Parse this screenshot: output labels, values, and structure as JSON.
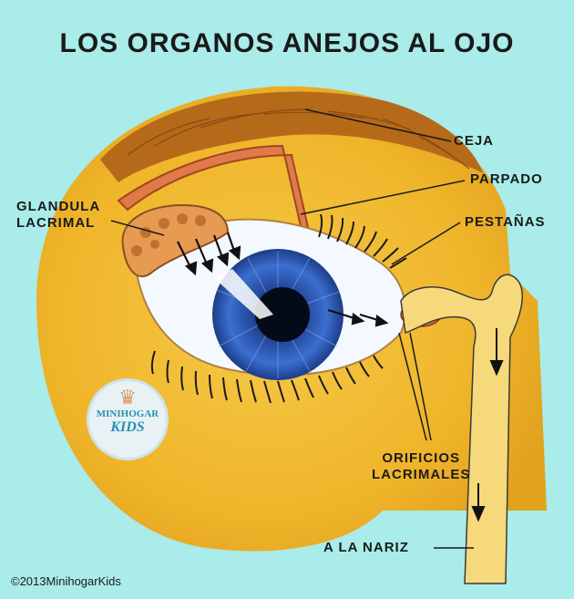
{
  "title": "LOS ORGANOS ANEJOS AL OJO",
  "labels": {
    "ceja": "CEJA",
    "parpado": "PARPADO",
    "pestanas": "PESTAÑAS",
    "glandula_line1": "GLANDULA",
    "glandula_line2": "LACRIMAL",
    "orificios_line1": "ORIFICIOS",
    "orificios_line2": "LACRIMALES",
    "nariz": "A LA NARIZ"
  },
  "logo": {
    "line1": "MINIHOGAR",
    "line2": "KIDS"
  },
  "copyright": "©2013MinihogarKids",
  "colors": {
    "background": "#a9ecea",
    "skin": "#f0b52a",
    "skin_dark": "#d08a12",
    "brow": "#b56a1a",
    "iris": "#2f5fbf",
    "sclera": "#f4f8ff",
    "gland": "#e69a52",
    "duct": "#f6d97a"
  }
}
